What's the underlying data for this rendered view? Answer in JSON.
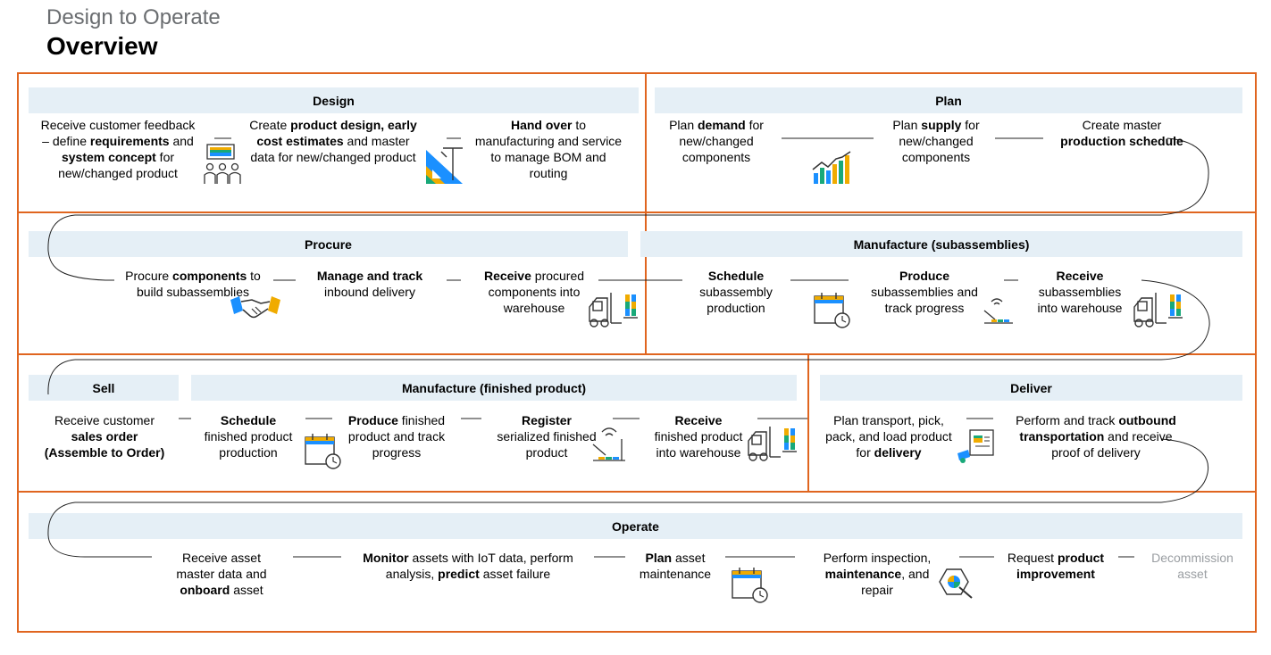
{
  "header": {
    "supertitle": "Design to Operate",
    "title": "Overview"
  },
  "sections": {
    "design": "Design",
    "plan": "Plan",
    "procure": "Procure",
    "manufacture_sub": "Manufacture (subassemblies)",
    "sell": "Sell",
    "manufacture_fin": "Manufacture (finished product)",
    "deliver": "Deliver",
    "operate": "Operate"
  },
  "steps": [
    {
      "id": "d1",
      "parts": [
        [
          "Receive customer feedback",
          0
        ],
        [
          "\n– define ",
          0
        ],
        [
          "requirements",
          1
        ],
        [
          " and\n",
          0
        ],
        [
          "system concept",
          1
        ],
        [
          " for\nnew/changed product",
          0
        ]
      ]
    },
    {
      "id": "d2",
      "parts": [
        [
          "Create ",
          0
        ],
        [
          "product design, early\ncost estimates",
          1
        ],
        [
          " and master\ndata for new/changed product",
          0
        ]
      ]
    },
    {
      "id": "d3",
      "parts": [
        [
          "Hand over",
          1
        ],
        [
          " to\nmanufacturing and service\nto manage BOM and\nrouting",
          0
        ]
      ]
    },
    {
      "id": "p1",
      "parts": [
        [
          "Plan ",
          0
        ],
        [
          "demand",
          1
        ],
        [
          " for\nnew/changed\ncomponents",
          0
        ]
      ]
    },
    {
      "id": "p2",
      "parts": [
        [
          "Plan ",
          0
        ],
        [
          "supply",
          1
        ],
        [
          " for\nnew/changed\ncomponents",
          0
        ]
      ]
    },
    {
      "id": "p3",
      "parts": [
        [
          "Create master\n",
          0
        ],
        [
          "production schedule",
          1
        ]
      ]
    },
    {
      "id": "r1",
      "parts": [
        [
          "Procure ",
          0
        ],
        [
          "components",
          1
        ],
        [
          " to\nbuild subassemblies",
          0
        ]
      ]
    },
    {
      "id": "r2",
      "parts": [
        [
          "Manage and track",
          1
        ],
        [
          "\ninbound delivery",
          0
        ]
      ]
    },
    {
      "id": "r3",
      "parts": [
        [
          "Receive",
          1
        ],
        [
          " procured\ncomponents into\nwarehouse",
          0
        ]
      ]
    },
    {
      "id": "m1",
      "parts": [
        [
          "Schedule",
          1
        ],
        [
          "\nsubassembly\nproduction",
          0
        ]
      ]
    },
    {
      "id": "m2",
      "parts": [
        [
          "Produce",
          1
        ],
        [
          "\nsubassemblies and\ntrack progress",
          0
        ]
      ]
    },
    {
      "id": "m3",
      "parts": [
        [
          "Receive",
          1
        ],
        [
          "\nsubassemblies\ninto warehouse",
          0
        ]
      ]
    },
    {
      "id": "s1",
      "parts": [
        [
          "Receive customer\n",
          0
        ],
        [
          "sales order\n(Assemble to Order)",
          1
        ]
      ]
    },
    {
      "id": "f1",
      "parts": [
        [
          "Schedule",
          1
        ],
        [
          "\nfinished product\nproduction",
          0
        ]
      ]
    },
    {
      "id": "f2",
      "parts": [
        [
          "Produce",
          1
        ],
        [
          " finished\nproduct and track\nprogress",
          0
        ]
      ]
    },
    {
      "id": "f3",
      "parts": [
        [
          "Register",
          1
        ],
        [
          "\nserialized finished\nproduct",
          0
        ]
      ]
    },
    {
      "id": "f4",
      "parts": [
        [
          "Receive",
          1
        ],
        [
          "\nfinished product\ninto warehouse",
          0
        ]
      ]
    },
    {
      "id": "v1",
      "parts": [
        [
          "Plan transport, pick,\npack, and load product\nfor ",
          0
        ],
        [
          "delivery",
          1
        ]
      ]
    },
    {
      "id": "v2",
      "parts": [
        [
          "Perform and track ",
          0
        ],
        [
          "outbound\ntransportation",
          1
        ],
        [
          " and receive\nproof of delivery",
          0
        ]
      ]
    },
    {
      "id": "o1",
      "parts": [
        [
          "Receive asset\nmaster data and\n",
          0
        ],
        [
          "onboard",
          1
        ],
        [
          " asset",
          0
        ]
      ]
    },
    {
      "id": "o2",
      "parts": [
        [
          "Monitor",
          1
        ],
        [
          " assets with IoT data, perform\nanalysis, ",
          0
        ],
        [
          "predict",
          1
        ],
        [
          " asset failure",
          0
        ]
      ]
    },
    {
      "id": "o3",
      "parts": [
        [
          "Plan",
          1
        ],
        [
          " asset\nmaintenance",
          0
        ]
      ]
    },
    {
      "id": "o4",
      "parts": [
        [
          "Perform inspection,\n",
          0
        ],
        [
          "maintenance",
          1
        ],
        [
          ", and\nrepair",
          0
        ]
      ]
    },
    {
      "id": "o5",
      "parts": [
        [
          "Request ",
          0
        ],
        [
          "product\nimprovement",
          1
        ]
      ]
    },
    {
      "id": "o6",
      "parts": [
        [
          "Decommission\nasset",
          0
        ]
      ]
    }
  ],
  "colors": {
    "frame": "#e0651f",
    "band": "#e5eff6",
    "muted": "#9a9ea2"
  },
  "icons": [
    "people-icon",
    "design-tools-icon",
    "growth-chart-icon",
    "handshake-icon",
    "forklift-icon",
    "calendar-clock-icon",
    "production-line-icon",
    "delivery-cart-icon",
    "wrench-icon"
  ]
}
